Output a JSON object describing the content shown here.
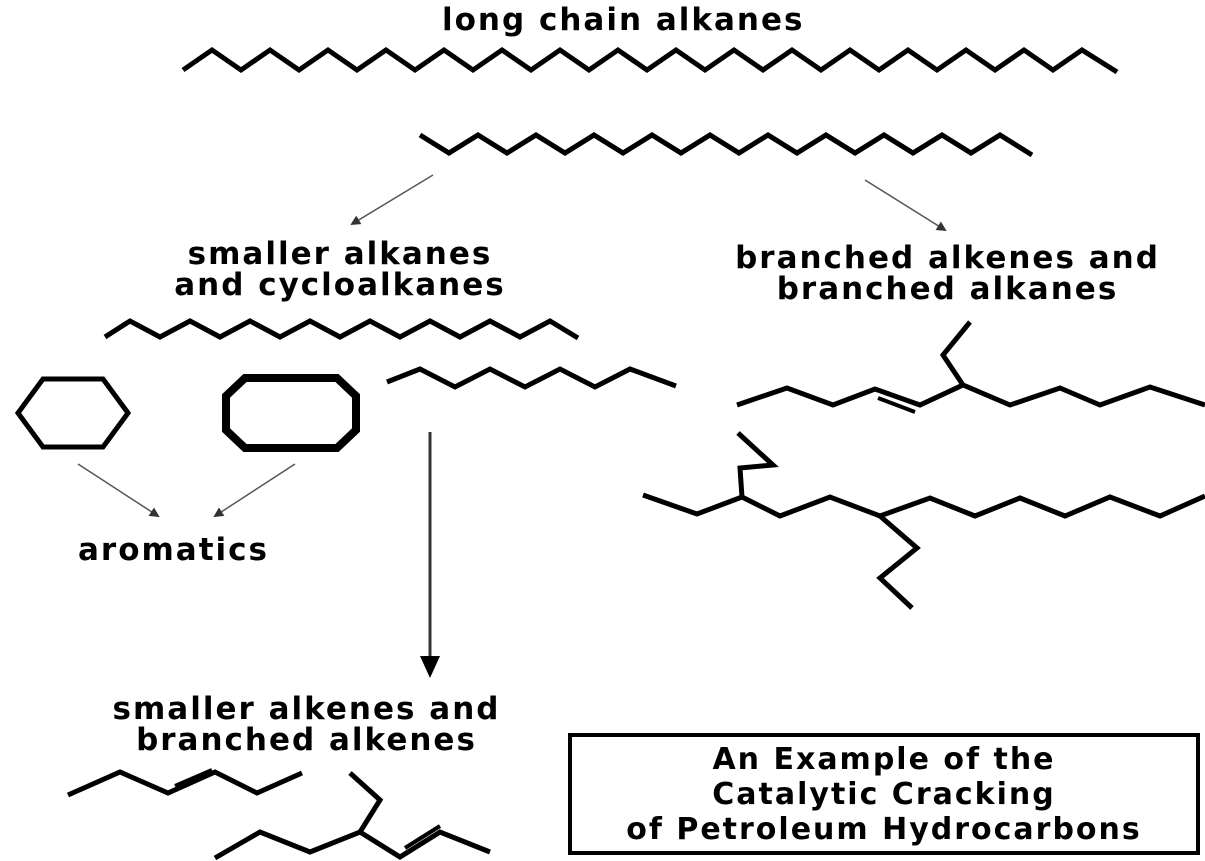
{
  "labels": {
    "top": "long chain alkanes",
    "smaller_alkanes": [
      "smaller alkanes",
      "and cycloalkanes"
    ],
    "branched_alkenes_alkanes": [
      "branched alkenes and",
      "branched alkanes"
    ],
    "aromatics": "aromatics",
    "smaller_alkenes": [
      "smaller alkenes and",
      "branched alkenes"
    ]
  },
  "caption": [
    "An Example of the",
    "Catalytic Cracking",
    "of Petroleum Hydrocarbons"
  ],
  "colors": {
    "ink": "#000000",
    "arrow": "#555555",
    "background": "#ffffff"
  }
}
